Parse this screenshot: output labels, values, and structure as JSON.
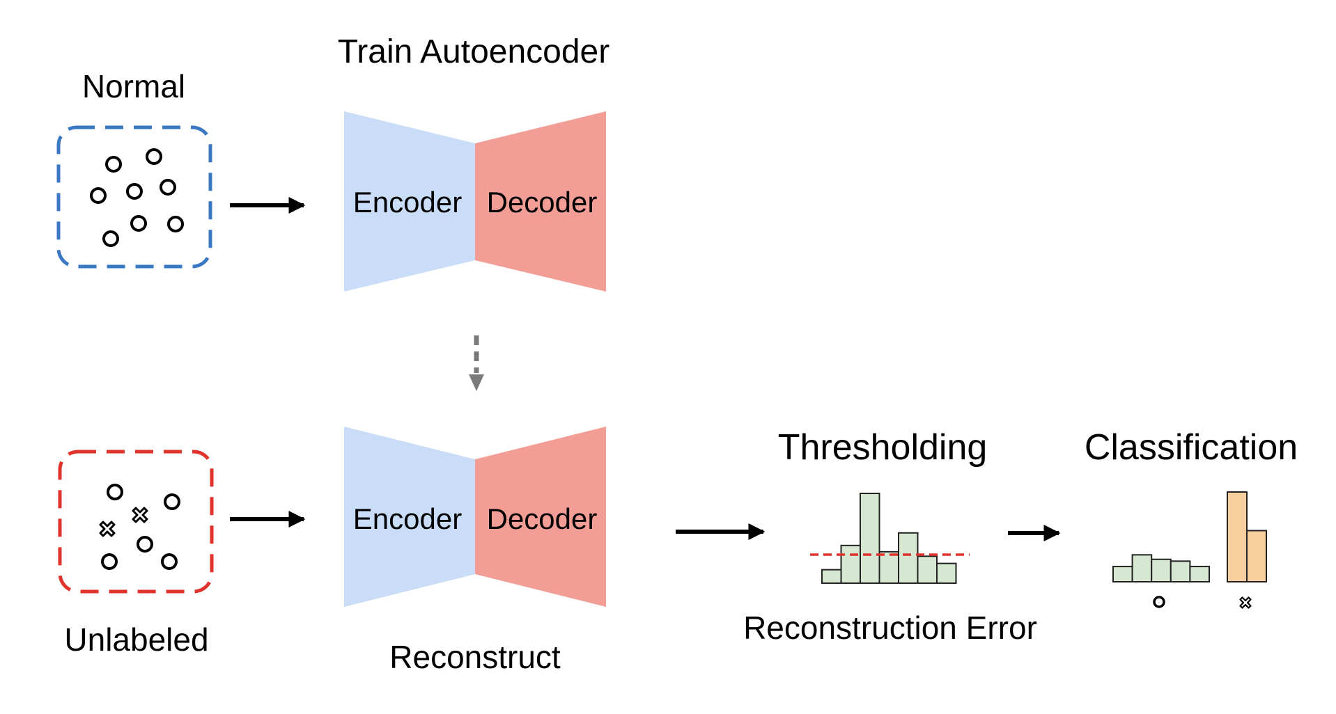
{
  "labels": {
    "normal": "Normal",
    "unlabeled": "Unlabeled",
    "train_autoencoder": "Train Autoencoder",
    "reconstruct": "Reconstruct",
    "thresholding": "Thresholding",
    "classification": "Classification",
    "reconstruction_error": "Reconstruction Error"
  },
  "autoencoder": {
    "encoder_label": "Encoder",
    "decoder_label": "Decoder",
    "encoder_color": "#c9dcf8",
    "decoder_color": "#f29d96"
  },
  "colors": {
    "normal_box": "#3a78c3",
    "unlabeled_box": "#e0332b",
    "arrow": "#000000",
    "dashed_arrow": "#7a7a7a",
    "histogram_fill": "#d6e8d1",
    "threshold_line": "#e0332b",
    "anomaly_fill": "#f7ce9e"
  },
  "point_symbols": {
    "normal": "circle-icon",
    "anomaly": "cross-icon"
  },
  "histogram": {
    "relative_heights": [
      0.15,
      0.42,
      1.0,
      0.35,
      0.56,
      0.3,
      0.22
    ]
  },
  "classification": {
    "normal_heights": [
      0.17,
      0.3,
      0.25,
      0.23,
      0.17
    ],
    "anomaly_heights": [
      1.0,
      0.57
    ]
  }
}
